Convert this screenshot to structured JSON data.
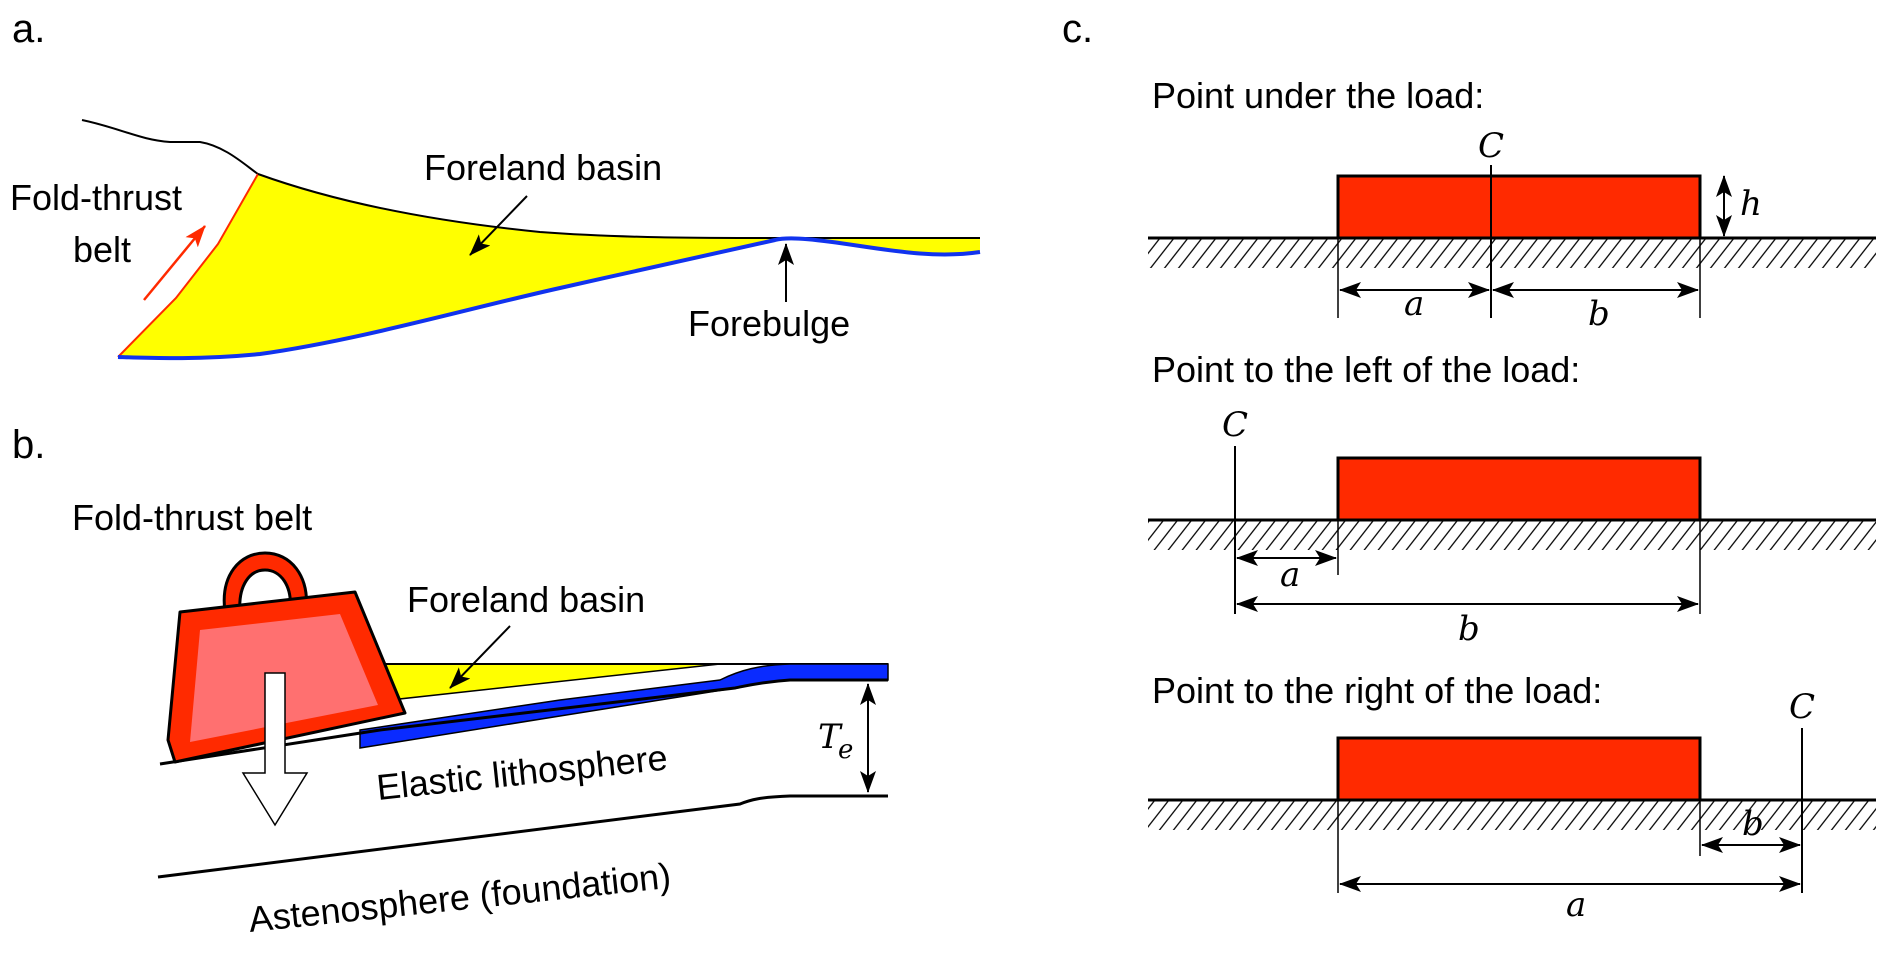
{
  "panels": {
    "a": {
      "tag": "a.",
      "fold_thrust_belt_line1": "Fold-thrust",
      "fold_thrust_belt_line2": "belt",
      "foreland_basin": "Foreland basin",
      "forebulge": "Forebulge"
    },
    "b": {
      "tag": "b.",
      "fold_thrust_belt": "Fold-thrust belt",
      "foreland_basin": "Foreland basin",
      "elastic_lithosphere": "Elastic lithosphere",
      "astenosphere": "Astenosphere (foundation)",
      "thickness_symbol": "T",
      "thickness_subscript": "e"
    },
    "c": {
      "tag": "c.",
      "cases": [
        {
          "title": "Point under the load:",
          "point": "C",
          "height": "h",
          "left_dim": "a",
          "right_dim": "b"
        },
        {
          "title": "Point to the left of the load:",
          "point": "C",
          "short_dim": "a",
          "long_dim": "b"
        },
        {
          "title": "Point to the right of the load:",
          "point": "C",
          "short_dim": "b",
          "long_dim": "a"
        }
      ]
    }
  },
  "colors": {
    "sediment": "#ffff00",
    "lithosphere_top": "#0033ff",
    "load": "#ff2a00",
    "weight_body": "#ff7070",
    "thrust_arrow": "#ff2a00"
  }
}
